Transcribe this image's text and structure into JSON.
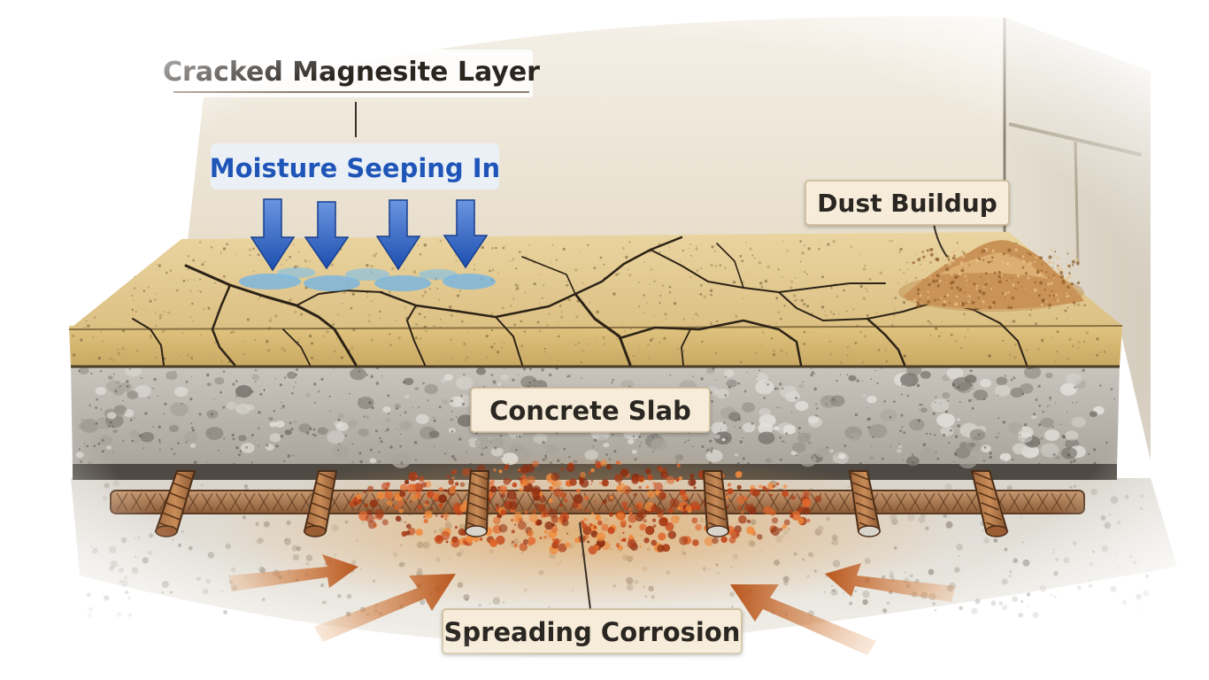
{
  "labels": {
    "top_layer": "Cracked Magnesite Layer",
    "moisture": "Moisture Seeping In",
    "dust": "Dust Buildup",
    "slab": "Concrete Slab",
    "corrosion": "Spreading Corrosion"
  },
  "colors": {
    "magnesite": "#e2c98d",
    "concrete": "#bdb9b2",
    "rust": "#c4581e",
    "moisture_blue": "#1f55b8",
    "wall": "#ece4d3",
    "label_bg": "#f6ecd9",
    "arrow_orange": "#c2672d"
  }
}
